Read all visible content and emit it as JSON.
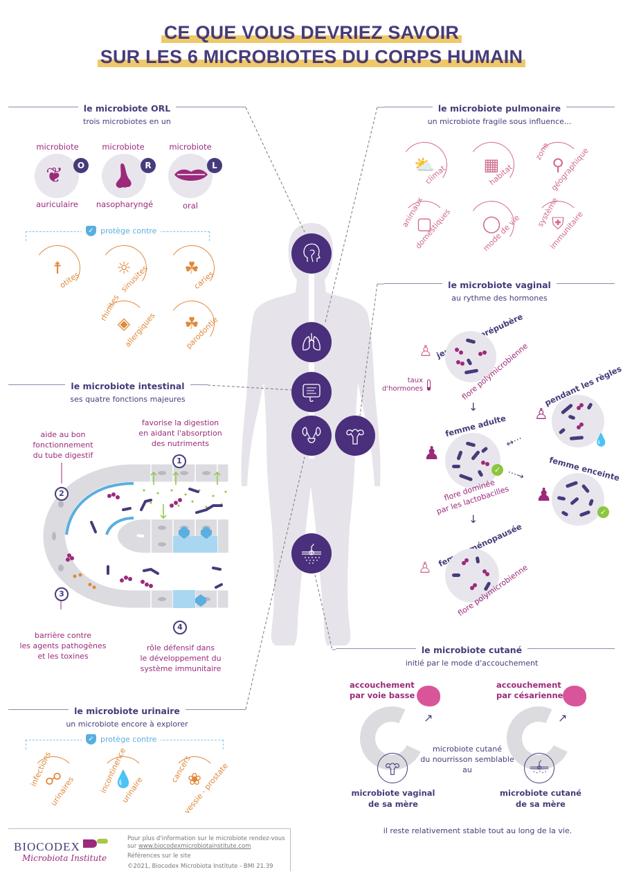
{
  "title": {
    "line1": "CE QUE VOUS DEVRIEZ SAVOIR",
    "line2": "SUR LES 6 MICROBIOTES DU CORPS HUMAIN",
    "highlight_color": "#efc86a",
    "text_color": "#463b7a"
  },
  "orl": {
    "title": "le microbiote ORL",
    "subtitle": "trois microbiotes en un",
    "types": [
      {
        "top": "microbiote",
        "bottom": "auriculaire",
        "badge": "O",
        "icon": "ear-icon"
      },
      {
        "top": "microbiote",
        "bottom": "nasopharyngé",
        "badge": "R",
        "icon": "nose-icon"
      },
      {
        "top": "microbiote",
        "bottom": "oral",
        "badge": "L",
        "icon": "lips-icon"
      }
    ],
    "protects_label": "protège contre",
    "protects": [
      {
        "label": "otites",
        "icon": "ear-pain-icon"
      },
      {
        "label": "sinusites",
        "icon": "nose-pain-icon"
      },
      {
        "label": "caries",
        "icon": "cracked-tooth-icon"
      },
      {
        "label_top": "rhinites",
        "label_bottom": "allergiques",
        "icon": "runny-nose-icon"
      },
      {
        "label": "parodontie",
        "icon": "gum-tooth-icon"
      }
    ]
  },
  "pulmonaire": {
    "title": "le microbiote pulmonaire",
    "subtitle": "un microbiote fragile sous influence...",
    "factors": [
      {
        "label": "climat",
        "icon": "weather-icon"
      },
      {
        "label": "habitat",
        "icon": "buildings-icon"
      },
      {
        "label_top": "zone",
        "label_bottom": "géographique",
        "icon": "location-pin-icon"
      },
      {
        "label_top": "animaux",
        "label_bottom": "domestiques",
        "icon": "cat-icon"
      },
      {
        "label": "mode de vie",
        "icon": "cigarette-pills-icon"
      },
      {
        "label_top": "système",
        "label_bottom": "immunitaire",
        "icon": "shield-icon"
      }
    ]
  },
  "vaginal": {
    "title": "le microbiote vaginal",
    "subtitle": "au rythme des hormones",
    "hormones_label": "taux\nd'hormones",
    "stages": [
      {
        "name": "jeune fille prépubère",
        "flora": "flore polymicrobienne"
      },
      {
        "name": "femme adulte",
        "flora": "flore dominée\npar les lactobacilles"
      },
      {
        "name": "pendant les règles",
        "flora": ""
      },
      {
        "name": "femme enceinte",
        "flora": ""
      },
      {
        "name": "femme ménopausée",
        "flora": "flore polymicrobienne"
      }
    ]
  },
  "intestinal": {
    "title": "le microbiote intestinal",
    "subtitle": "ses quatre fonctions majeures",
    "functions": [
      {
        "num": "1",
        "text": "favorise la digestion\nen aidant l'absorption\ndes nutriments"
      },
      {
        "num": "2",
        "text": "aide au bon\nfonctionnement\ndu tube digestif"
      },
      {
        "num": "3",
        "text": "barrière contre\nles agents pathogènes\net les toxines"
      },
      {
        "num": "4",
        "text": "rôle défensif dans\nle développement du\nsystème immunitaire"
      }
    ]
  },
  "urinaire": {
    "title": "le microbiote urinaire",
    "subtitle": "un microbiote encore à explorer",
    "protects_label": "protège contre",
    "protects": [
      {
        "label_top": "infections",
        "label_bottom": "urinaires",
        "icon": "bladder-icon"
      },
      {
        "label_top": "incontinence",
        "label_bottom": "urinaire",
        "icon": "drop-icon"
      },
      {
        "label_top": "cancers",
        "label_bottom": "vessie - prostate",
        "icon": "cell-cluster-icon"
      }
    ]
  },
  "cutane": {
    "title": "le microbiote cutané",
    "subtitle": "initié par le mode d'accouchement",
    "births": [
      {
        "label": "accouchement\npar voie basse",
        "source": "microbiote vaginal\nde sa mère"
      },
      {
        "label": "accouchement\npar césarienne",
        "source": "microbiote cutané\nde sa mère"
      }
    ],
    "middle_text": "microbiote cutané\ndu nourrisson semblable\nau",
    "conclusion": "il reste relativement stable tout au long de la vie."
  },
  "footer": {
    "brand": "BIOCODEX",
    "brand_sub": "Microbiota Institute",
    "info_line1": "Pour plus d'information sur le microbiote rendez-vous",
    "info_prefix": "sur ",
    "info_link": "www.biocodexmicrobiotainstitute.com",
    "references": "Références sur le site",
    "copyright": "©2021, Biocodex Microbiota Institute  -  BMI 21.39"
  },
  "colors": {
    "primary": "#463b7a",
    "magenta": "#9b2a7b",
    "orange": "#e0883a",
    "pink": "#d06a8c",
    "blue": "#5aaee0",
    "green": "#8cc63f",
    "silhouette": "#e6e4ea"
  }
}
